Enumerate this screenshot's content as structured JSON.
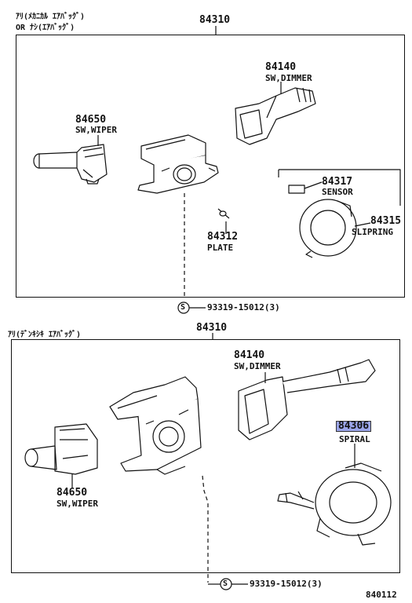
{
  "top": {
    "header_line1": "ｱﾘ(ﾒｶﾆｶﾙ ｴｱﾊﾞｯｸﾞ)",
    "header_line2": "OR ﾅｼ(ｴｱﾊﾞｯｸﾞ)",
    "assembly_num": "84310",
    "wiper_num": "84650",
    "wiper_name": "SW,WIPER",
    "dimmer_num": "84140",
    "dimmer_name": "SW,DIMMER",
    "sensor_num": "84317",
    "sensor_name": "SENSOR",
    "slipring_num": "84315",
    "slipring_name": "SLIPRING",
    "plate_num": "84312",
    "plate_name": "PLATE",
    "screw_symbol": "S",
    "screw_label": "93319-15012(3)"
  },
  "bottom": {
    "header": "ｱﾘ(ﾃﾞﾝｷｼｷ ｴｱﾊﾞｯｸﾞ)",
    "assembly_num": "84310",
    "dimmer_num": "84140",
    "dimmer_name": "SW,DIMMER",
    "spiral_num": "84306",
    "spiral_name": "SPIRAL",
    "wiper_num": "84650",
    "wiper_name": "SW,WIPER",
    "screw_symbol": "S",
    "screw_label": "93319-15012(3)"
  },
  "figure_id": "840112",
  "colors": {
    "highlight": "#9aa4e8",
    "line": "#111111"
  }
}
